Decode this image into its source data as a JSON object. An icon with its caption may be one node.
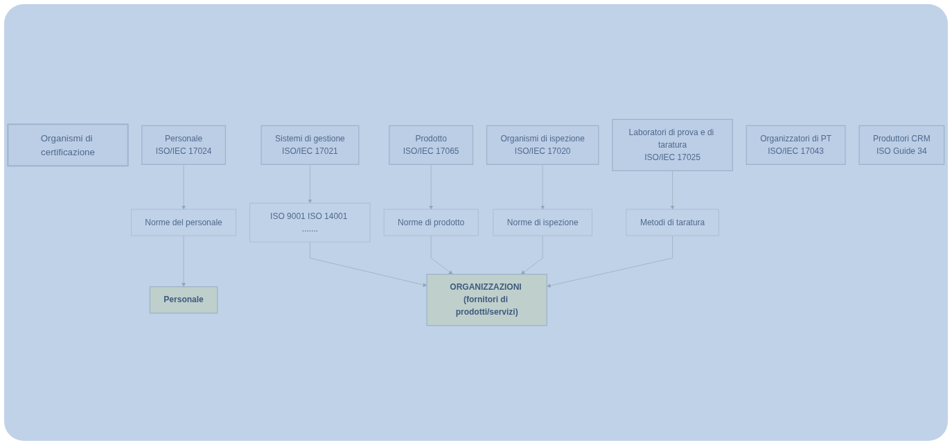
{
  "diagram": {
    "nodes": [
      {
        "text": [
          "Organismi di certificazione"
        ]
      },
      {
        "text": [
          "Personale",
          "ISO/IEC 17024"
        ]
      },
      {
        "text": [
          "Sistemi di gestione",
          "ISO/IEC 17021"
        ]
      },
      {
        "text": [
          "Prodotto",
          "ISO/IEC 17065"
        ]
      },
      {
        "text": [
          "Organismi di ispezione",
          "ISO/IEC 17020"
        ]
      },
      {
        "text": [
          "Laboratori di prova e di taratura",
          "ISO/IEC 17025"
        ]
      },
      {
        "text": [
          "Organizzatori di PT",
          "ISO/IEC 17043"
        ]
      },
      {
        "text": [
          "Produttori CRM",
          "ISO Guide 34"
        ]
      },
      {
        "text": [
          "Norme del personale"
        ]
      },
      {
        "text": [
          "ISO 9001 ISO 14001 ......."
        ]
      },
      {
        "text": [
          "Norme di prodotto"
        ]
      },
      {
        "text": [
          "Norme di ispezione"
        ]
      },
      {
        "text": [
          "Metodi di taratura"
        ]
      },
      {
        "text": [
          "Personale"
        ]
      },
      {
        "text": [
          "ORGANIZZAZIONI (fornitori di prodotti/servizi)"
        ]
      }
    ],
    "edges": [
      {
        "from": 1,
        "to": 8,
        "arrow": "to"
      },
      {
        "from": 8,
        "to": 13,
        "arrow": "to"
      },
      {
        "from": 2,
        "to": 9,
        "arrow": "to"
      },
      {
        "from": 9,
        "to": 14,
        "arrow": "to"
      },
      {
        "from": 3,
        "to": 10,
        "arrow": "to"
      },
      {
        "from": 10,
        "to": 14,
        "arrow": "to"
      },
      {
        "from": 4,
        "to": 11,
        "arrow": "to"
      },
      {
        "from": 11,
        "to": 14,
        "arrow": "to"
      },
      {
        "from": 5,
        "to": 12,
        "arrow": "to"
      },
      {
        "from": 12,
        "to": 14,
        "arrow": "to"
      }
    ]
  }
}
